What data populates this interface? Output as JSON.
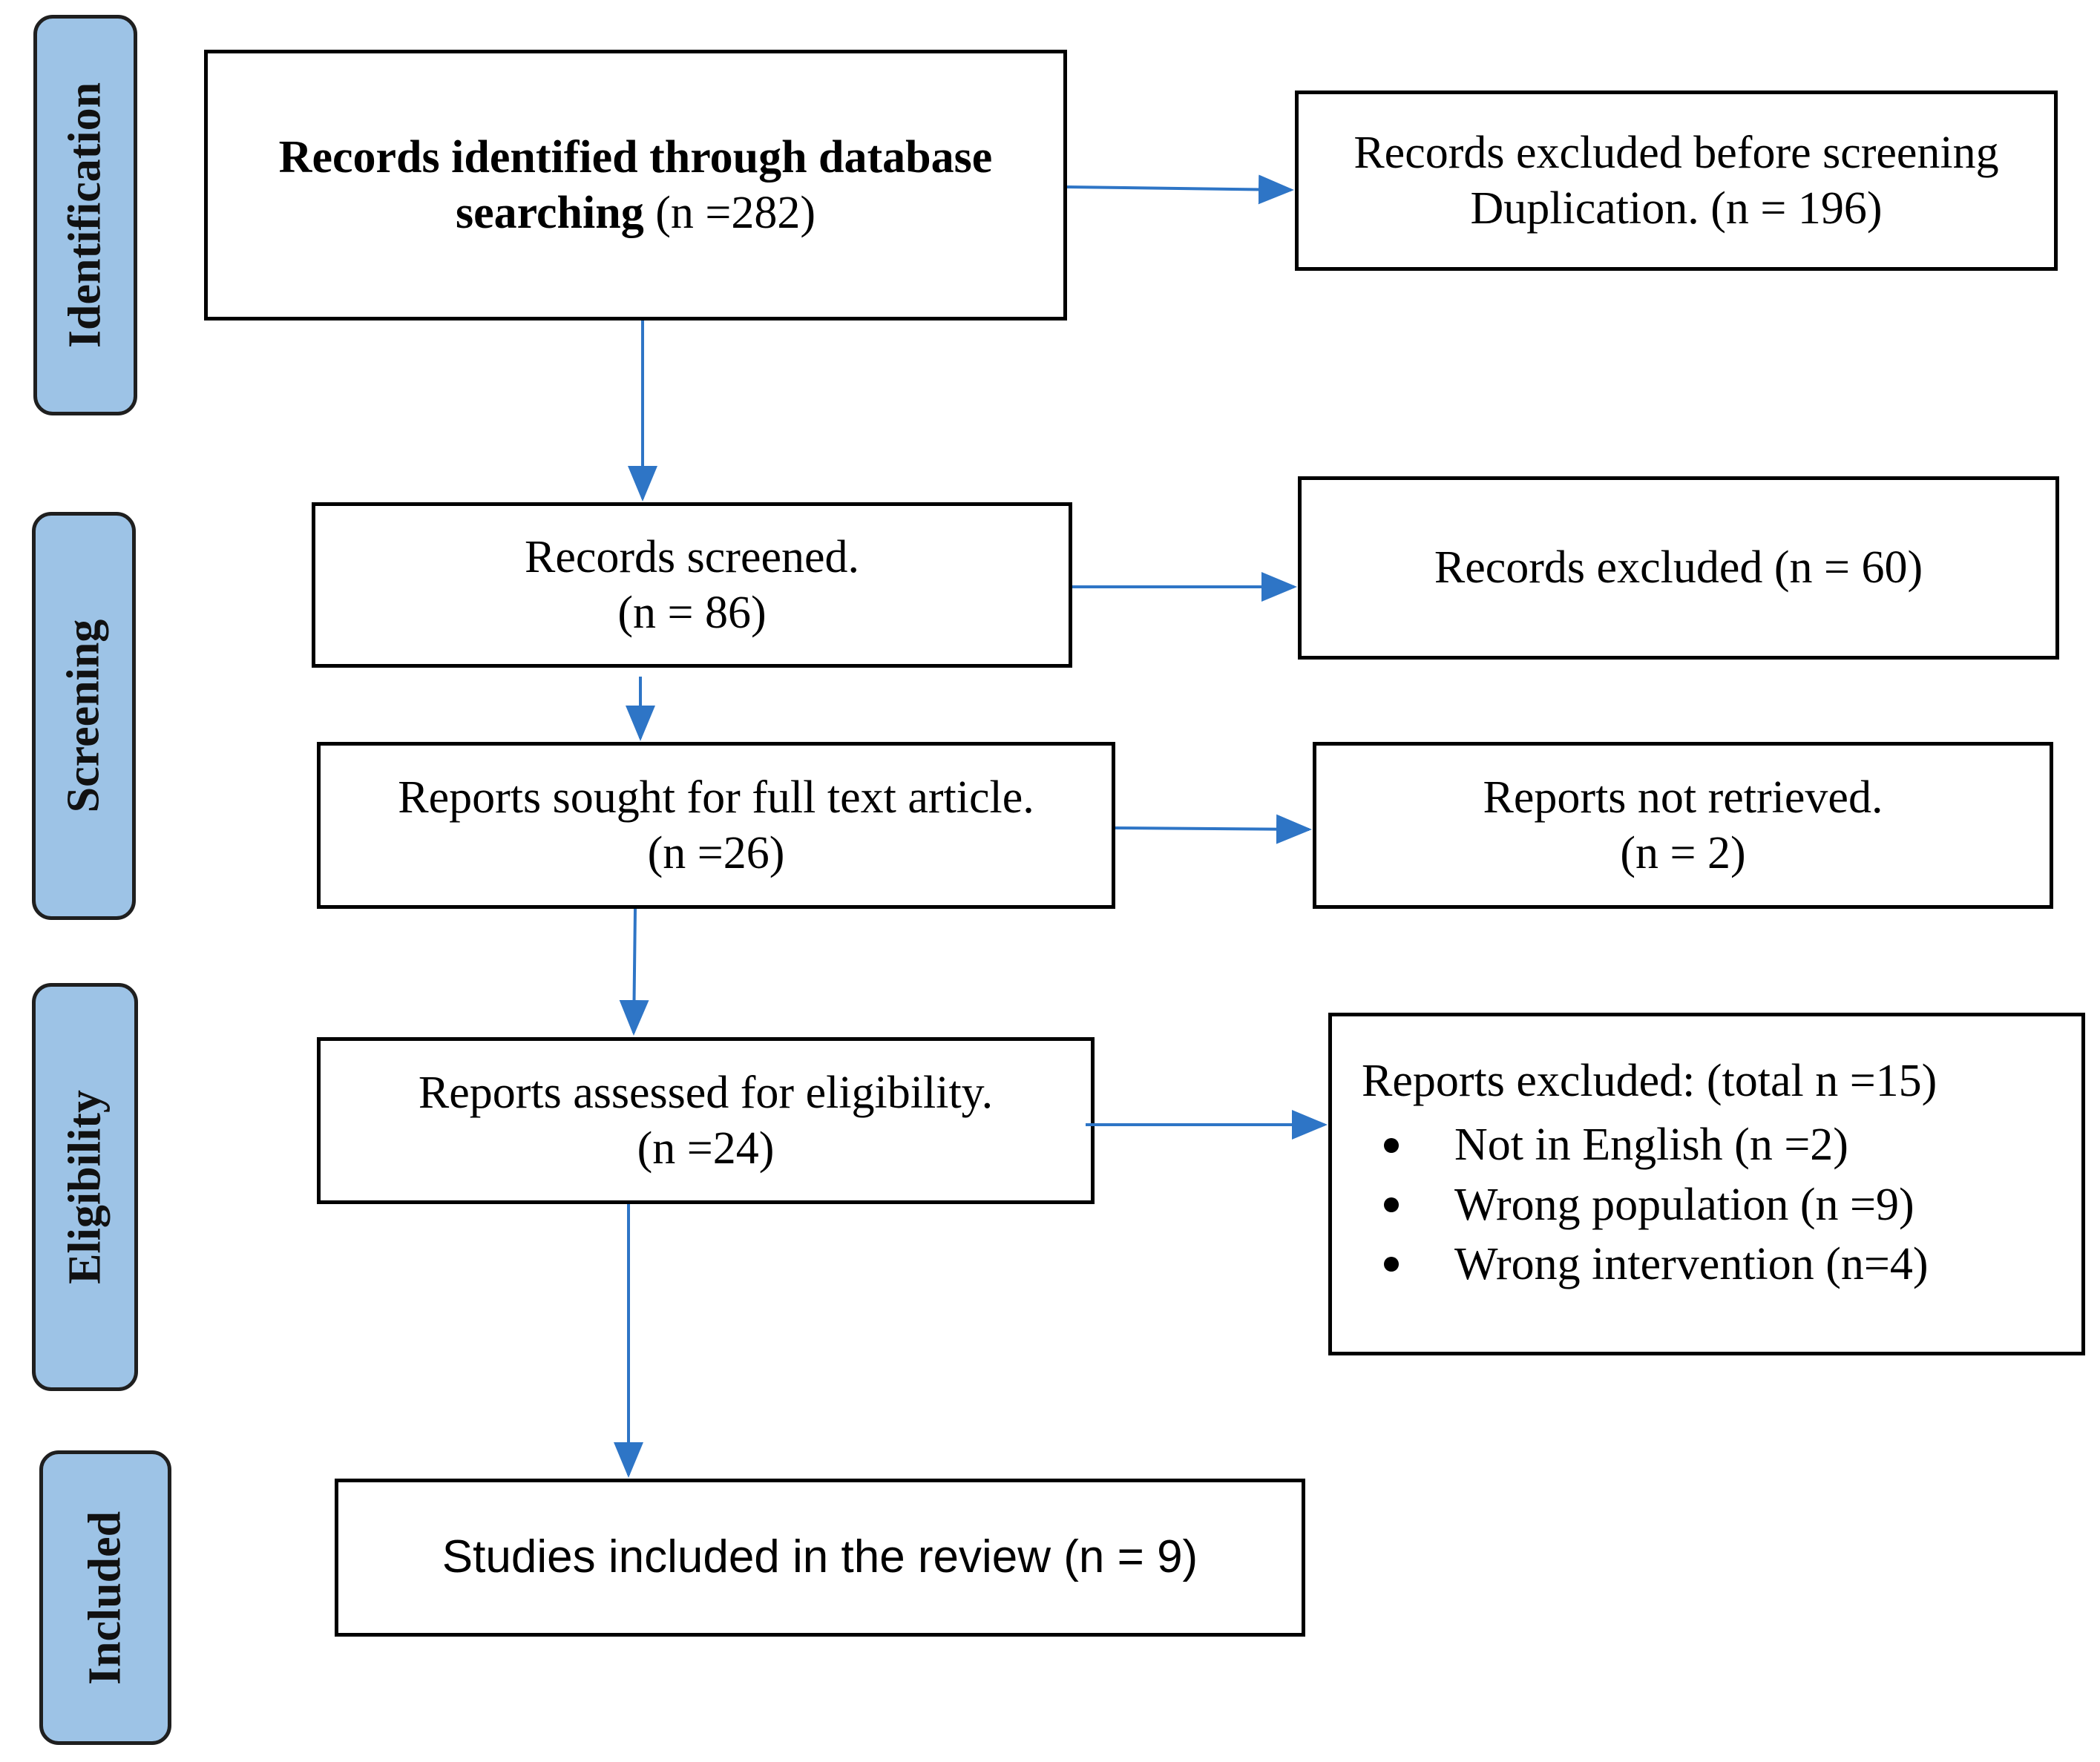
{
  "phases": {
    "identification": "Identification",
    "screening": "Screening",
    "eligibility": "Eligibility",
    "included": "Included"
  },
  "identified": {
    "bold_line1": "Records identified through database",
    "bold_line2": "searching",
    "count": " (n =282)"
  },
  "excluded_before_screening": {
    "line1": "Records excluded before screening",
    "line2": "Duplication. (n = 196)"
  },
  "screened": {
    "line1": "Records screened.",
    "line2": "(n = 86)"
  },
  "records_excluded": {
    "line1": "Records excluded (n = 60)"
  },
  "sought": {
    "line1": "Reports sought for full text article.",
    "line2": "(n =26)"
  },
  "not_retrieved": {
    "line1": "Reports not retrieved.",
    "line2": "(n = 2)"
  },
  "assessed": {
    "line1": "Reports assessed for eligibility.",
    "line2": "(n =24)"
  },
  "reports_excluded": {
    "header": "Reports excluded: (total n =15)",
    "reasons": [
      "Not in English (n =2)",
      "Wrong population (n =9)",
      "Wrong intervention (n=4)"
    ]
  },
  "included": {
    "line1": "Studies included in the review (n = 9)"
  },
  "colors": {
    "phase_fill": "#9dc3e6",
    "arrow": "#2e75c6",
    "box_border": "#000000"
  }
}
